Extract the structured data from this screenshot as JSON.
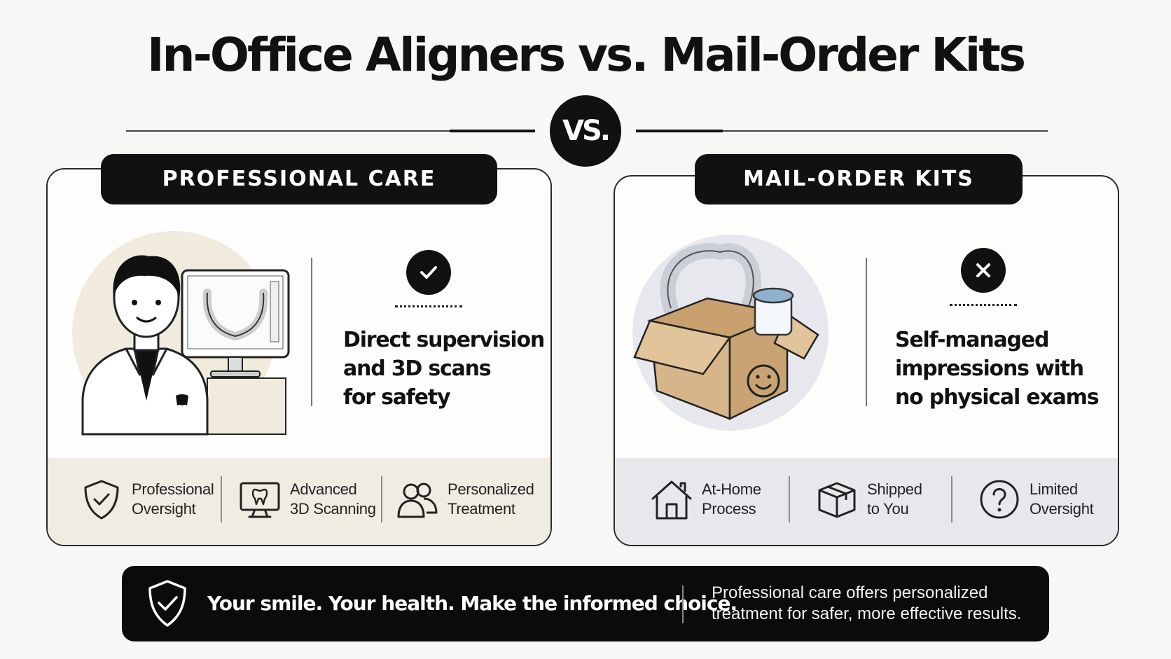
{
  "header": {
    "title": "In-Office Aligners vs. Mail-Order Kits",
    "vs_badge": "VS."
  },
  "left_panel": {
    "tab_label": "PROFESSIONAL CARE",
    "verdict_icon": "checkmark-icon",
    "point_lines": [
      "Direct supervision",
      "and 3D scans",
      "for safety"
    ],
    "features": [
      {
        "icon": "shield-check-icon",
        "line1": "Professional",
        "line2": "Oversight"
      },
      {
        "icon": "monitor-tooth-icon",
        "line1": "Advanced",
        "line2": "3D Scanning"
      },
      {
        "icon": "people-icon",
        "line1": "Personalized",
        "line2": "Treatment"
      }
    ]
  },
  "right_panel": {
    "tab_label": "MAIL-ORDER KITS",
    "verdict_icon": "x-mark-icon",
    "point_lines": [
      "Self-managed",
      "impressions with",
      "no physical exams"
    ],
    "features": [
      {
        "icon": "house-icon",
        "line1": "At-Home",
        "line2": "Process"
      },
      {
        "icon": "package-icon",
        "line1": "Shipped",
        "line2": "to You"
      },
      {
        "icon": "question-circle-icon",
        "line1": "Limited",
        "line2": "Oversight"
      }
    ]
  },
  "footer": {
    "tagline": "Your smile. Your health. Make the informed choice.",
    "note_line1": "Professional care offers personalized",
    "note_line2": "treatment for safer, more effective results."
  },
  "colors": {
    "ink": "#111111",
    "professional_accent": "#f0ece2",
    "mailorder_accent": "#e7e8ec",
    "box_cardboard": "#d7b58a"
  }
}
